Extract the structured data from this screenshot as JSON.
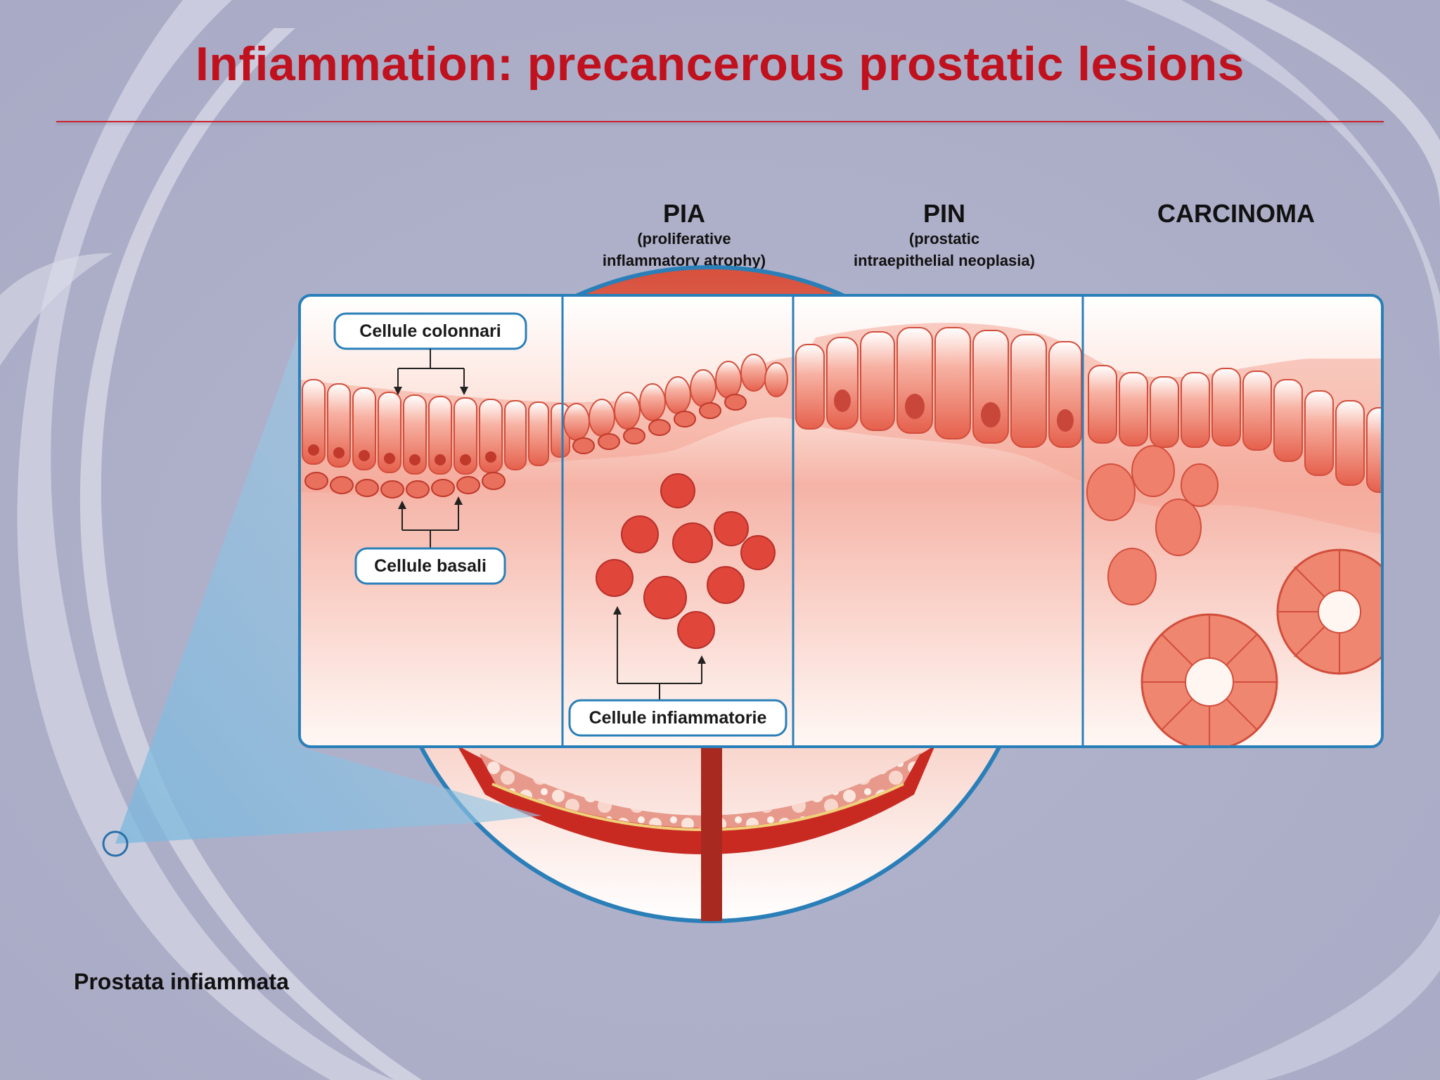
{
  "title": "Infiammation: precancerous prostatic lesions",
  "columns": [
    {
      "heading": "PIA",
      "subtitle_line1": "(proliferative",
      "subtitle_line2": "inflammatory atrophy)"
    },
    {
      "heading": "PIN",
      "subtitle_line1": "(prostatic",
      "subtitle_line2": "intraepithelial neoplasia)"
    },
    {
      "heading": "CARCINOMA",
      "subtitle_line1": "",
      "subtitle_line2": ""
    }
  ],
  "callouts": {
    "columnar": "Cellule colonnari",
    "basal": "Cellule basali",
    "inflammatory": "Cellule infiammatorie"
  },
  "footer_label": "Prostata infiammata",
  "colors": {
    "title": "#c0121e",
    "frame": "#2a7fb8",
    "cell": "#ec6f5e",
    "cell_light": "#fde3db"
  }
}
